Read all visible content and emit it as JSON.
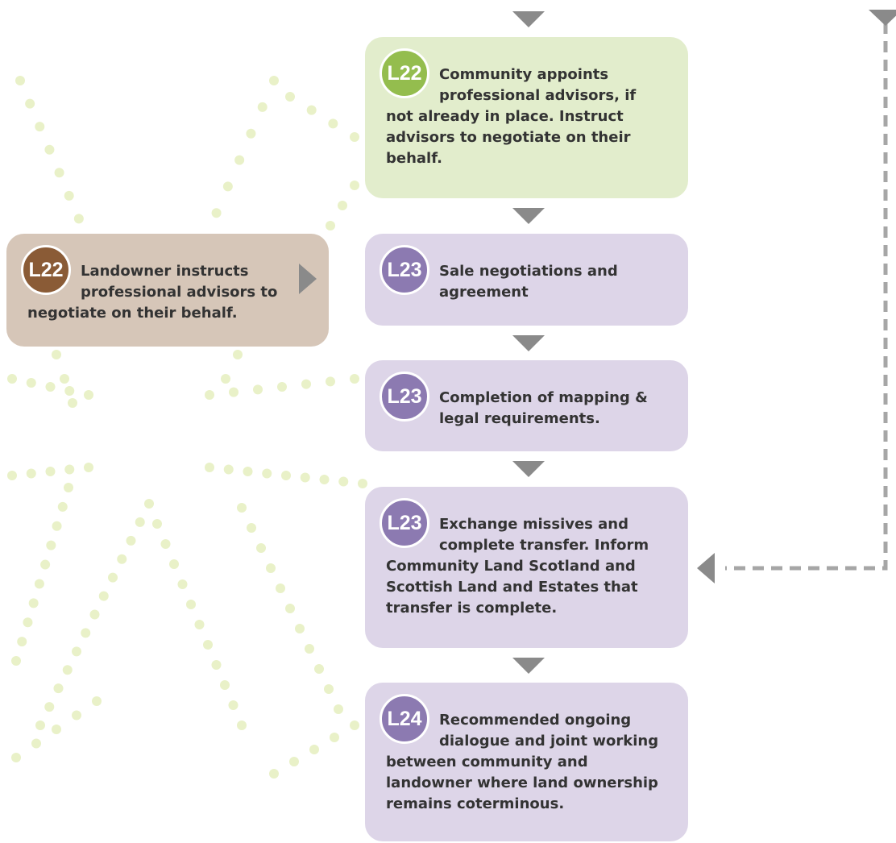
{
  "colors": {
    "green_box": "#e2edcc",
    "purple_box": "#ddd5e8",
    "brown_box": "#d6c6b8",
    "green_badge": "#94bd4e",
    "purple_badge": "#8c7ab1",
    "brown_badge": "#8a5b36",
    "arrow": "#8a8a8a",
    "text": "#333333",
    "dots": "#e9f1c8"
  },
  "icons": {
    "flow_arrow": "triangle-down",
    "side_arrow": "triangle-right",
    "return_arrow": "triangle-left"
  },
  "steps": [
    {
      "code": "L22",
      "text": "Community appoints professional advisors, if not already in place. Instruct advisors to negotiate on their behalf."
    },
    {
      "code": "L23",
      "text": "Sale negotiations and agreement"
    },
    {
      "code": "L23",
      "text": "Completion of mapping & legal requirements."
    },
    {
      "code": "L23",
      "text": "Exchange missives and complete transfer. Inform Community Land Scotland and Scottish Land and Estates that transfer is complete."
    },
    {
      "code": "L24",
      "text": "Recommended ongoing dialogue and joint working between community and landowner where land ownership remains coterminous."
    }
  ],
  "landowner_step": {
    "code": "L22",
    "text": "Landowner instructs professional advisors to negotiate on their behalf."
  }
}
